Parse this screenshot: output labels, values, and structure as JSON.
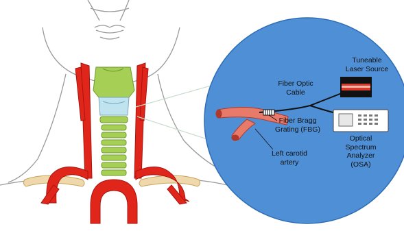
{
  "labels": {
    "fiber_optic_cable": "Fiber Optic\nCable",
    "fbg": "Fiber Bragg\nGrating (FBG)",
    "left_carotid": "Left carotid\nartery",
    "laser": "Tuneable\nLaser Source",
    "osa": "Optical\nSpectrum\nAnalyzer\n(OSA)"
  },
  "colors": {
    "circle_fill": "#4f8fd6",
    "circle_stroke": "#2f6db4",
    "artery_red": "#e0261b",
    "artery_dark": "#a8140d",
    "cartilage_green": "#a6cf55",
    "cartilage_dark": "#6f9a2a",
    "thyroid_blue": "#bfe3ef",
    "clavicle_tan": "#efd9ac",
    "skin_line": "#9a9a9a"
  },
  "icons": {
    "laser": "laser-source-icon",
    "osa": "spectrum-analyzer-icon"
  }
}
